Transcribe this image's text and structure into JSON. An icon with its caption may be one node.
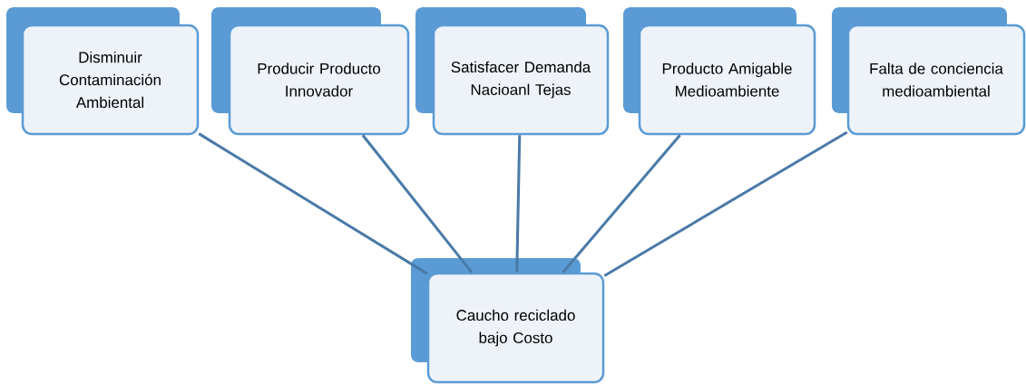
{
  "diagram": {
    "nodes": [
      {
        "text": [
          "Disminuir Contaminación Ambiental"
        ]
      },
      {
        "text": [
          "Producir Producto Innovador"
        ]
      },
      {
        "text": [
          "Satisfacer Demanda Nacioanl Tejas"
        ]
      },
      {
        "text": [
          "Producto Amigable Medioambiente"
        ]
      },
      {
        "text": [
          "Falta de conciencia medioambiental"
        ]
      },
      {
        "text": [
          "Caucho reciclado bajo Costo"
        ]
      }
    ],
    "edges": [
      {
        "from": 0,
        "to": 5,
        "arrow": "none"
      },
      {
        "from": 1,
        "to": 5,
        "arrow": "none"
      },
      {
        "from": 2,
        "to": 5,
        "arrow": "none"
      },
      {
        "from": 3,
        "to": 5,
        "arrow": "none"
      },
      {
        "from": 4,
        "to": 5,
        "arrow": "none"
      }
    ]
  }
}
